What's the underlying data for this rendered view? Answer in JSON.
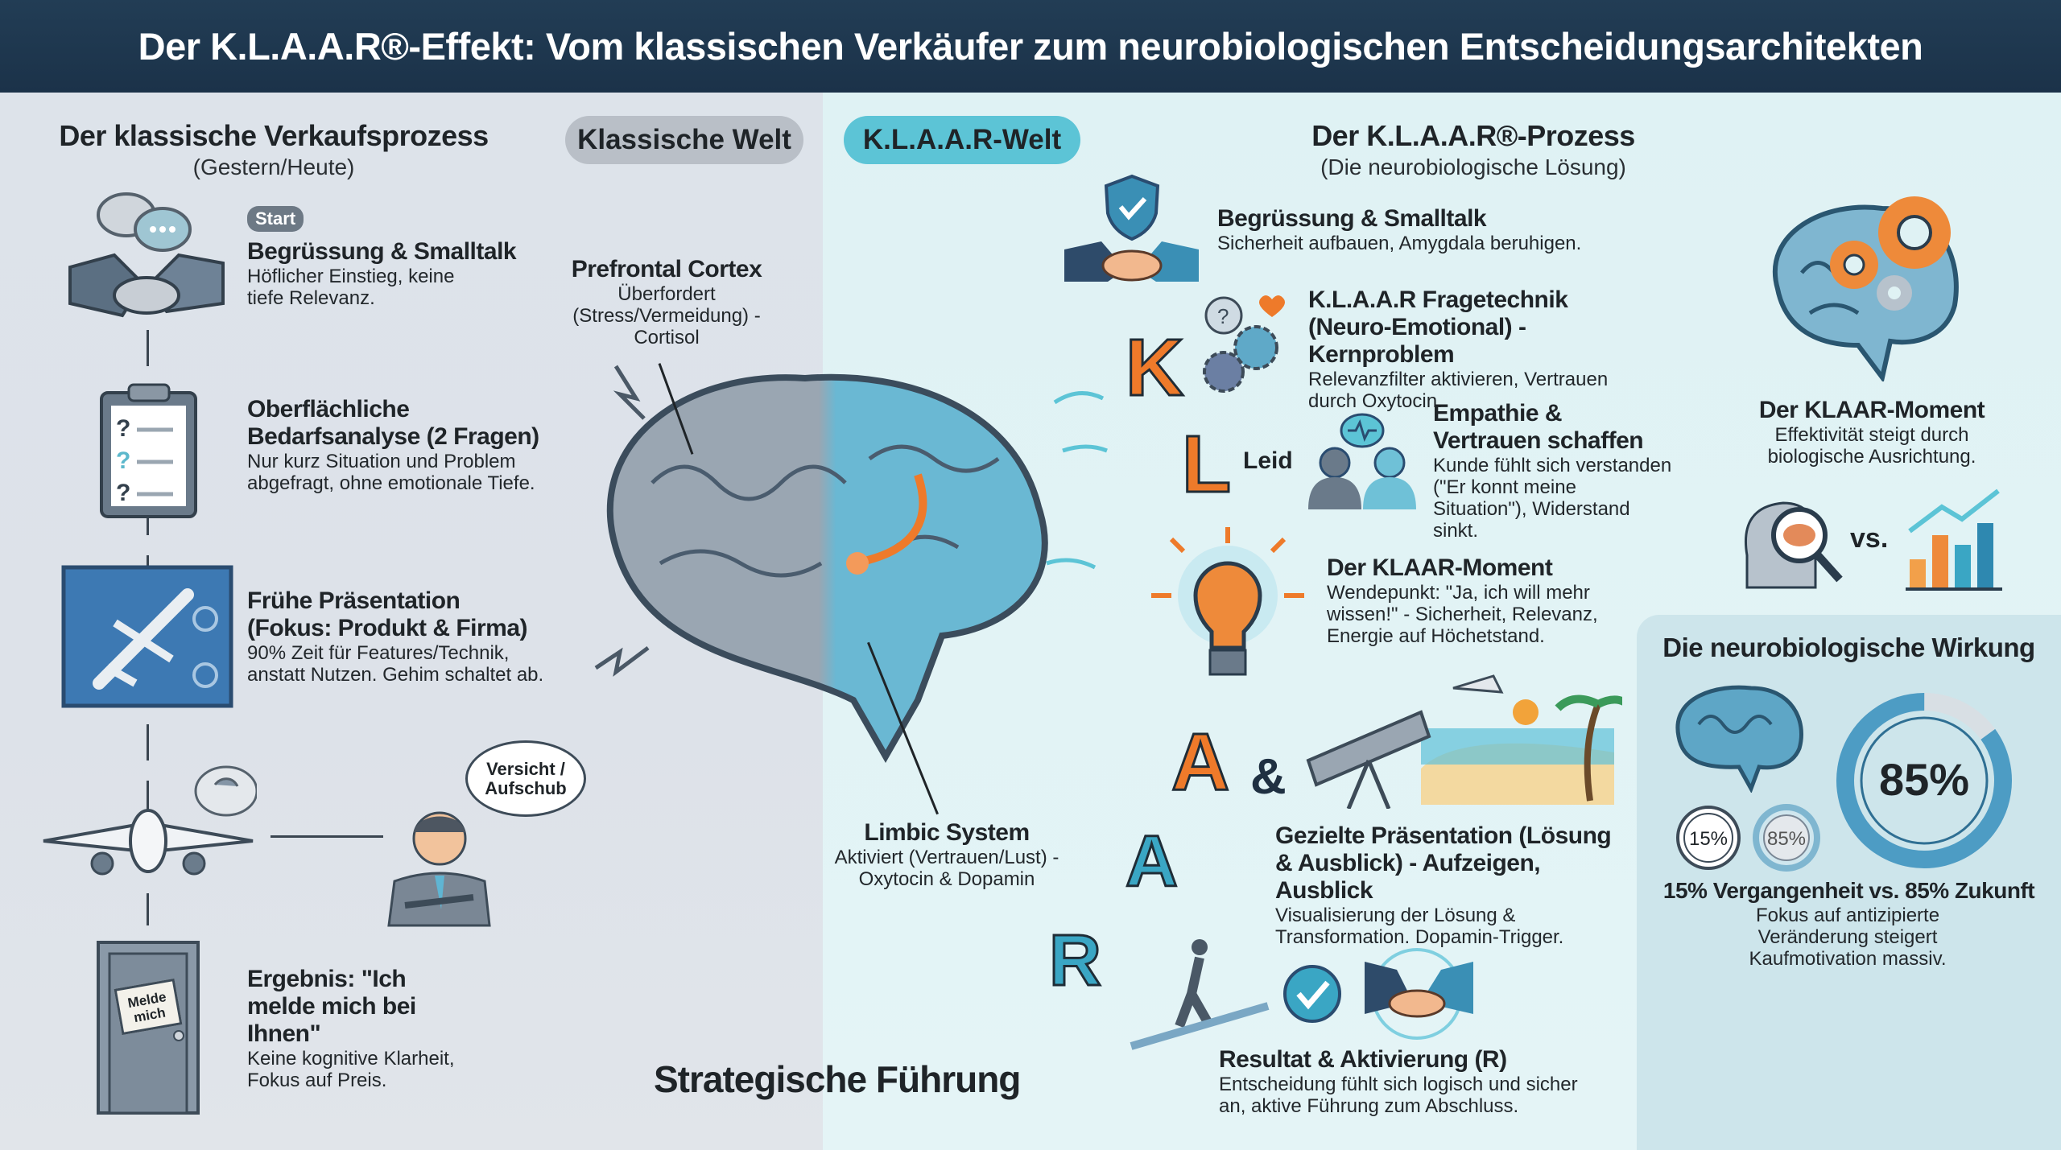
{
  "header": {
    "title": "Der K.L.A.A.R®-Effekt: Vom klassischen Verkäufer zum neurobiologischen Entscheidungsarchitekten"
  },
  "left": {
    "title": "Der klassische Verkaufsprozess",
    "subtitle": "(Gestern/Heute)",
    "pill": "Klassische Welt",
    "start_badge": "Start",
    "steps": [
      {
        "heading": "Begrüssung & Smalltalk",
        "desc": "Höflicher Einstieg, keine tiefe Relevanz."
      },
      {
        "heading": "Oberflächliche Bedarfsanalyse (2 Fragen)",
        "desc": "Nur kurz Situation und Problem abgefragt, ohne emotionale Tiefe."
      },
      {
        "heading": "Frühe Präsentation (Fokus: Produkt & Firma)",
        "desc": "90% Zeit für Features/Technik, anstatt Nutzen. Gehim schaltet ab."
      },
      {
        "heading": "Ergebnis: \"Ich melde mich bei Ihnen\"",
        "desc": "Keine kognitive Klarheit, Fokus auf Preis."
      }
    ],
    "thought_bubble": "Versicht / Aufschub",
    "door_sign": "Melde mich"
  },
  "center": {
    "prefrontal": {
      "title": "Prefrontal Cortex",
      "desc": "Überfordert (Stress/Vermeidung) - Cortisol"
    },
    "limbic": {
      "title": "Limbic System",
      "desc": "Aktiviert (Vertrauen/Lust) - Oxytocin & Dopamin"
    },
    "footer": "Strategische Führung"
  },
  "right": {
    "title": "Der K.L.A.A.R®-Prozess",
    "subtitle": "(Die neurobiologische Lösung)",
    "pill": "K.L.A.A.R-Welt",
    "letters": [
      "K",
      "L",
      "A",
      "A",
      "R"
    ],
    "leid": "Leid",
    "amp": "&",
    "steps": [
      {
        "heading": "Begrüssung & Smalltalk",
        "desc": "Sicherheit aufbauen, Amygdala beruhigen."
      },
      {
        "heading": "K.L.A.A.R Fragetechnik (Neuro-Emotional) - Kernproblem",
        "desc": "Relevanzfilter aktivieren, Vertrauen durch Oxytocin."
      },
      {
        "heading": "Empathie & Vertrauen schaffen",
        "desc": "Kunde fühlt sich verstanden (\"Er konnt meine Situation\"), Widerstand sinkt."
      },
      {
        "heading": "Der KLAAR-Moment",
        "desc": "Wendepunkt: \"Ja, ich will mehr wissen!\" - Sicherheit, Relevanz, Energie auf Höchetstand."
      },
      {
        "heading": "Gezielte Präsentation (Lösung & Ausblick) - Aufzeigen, Ausblick",
        "desc": "Visualisierung der Lösung & Transformation. Dopamin-Trigger."
      },
      {
        "heading": "Resultat & Aktivierung (R)",
        "desc": "Entscheidung fühlt sich logisch und sicher an, aktive Führung zum Abschluss."
      }
    ],
    "moment": {
      "title": "Der KLAAR-Moment",
      "desc": "Effektivität steigt durch biologische Ausrichtung.",
      "vs": "vs."
    },
    "wirkung": {
      "title": "Die neurobiologische Wirkung",
      "big_percent": "85%",
      "big_value": 85,
      "small_past": "15%",
      "small_future": "85%",
      "caption": "15% Vergangenheit vs. 85% Zukunft",
      "desc": "Fokus auf antizipierte Veränderung steigert Kaufmotivation massiv."
    }
  },
  "colors": {
    "header": "#1f3a52",
    "orange": "#ee7a2a",
    "teal": "#3aa6c4",
    "pill_left": "#b9bfc7",
    "pill_right": "#5cc4d6"
  }
}
